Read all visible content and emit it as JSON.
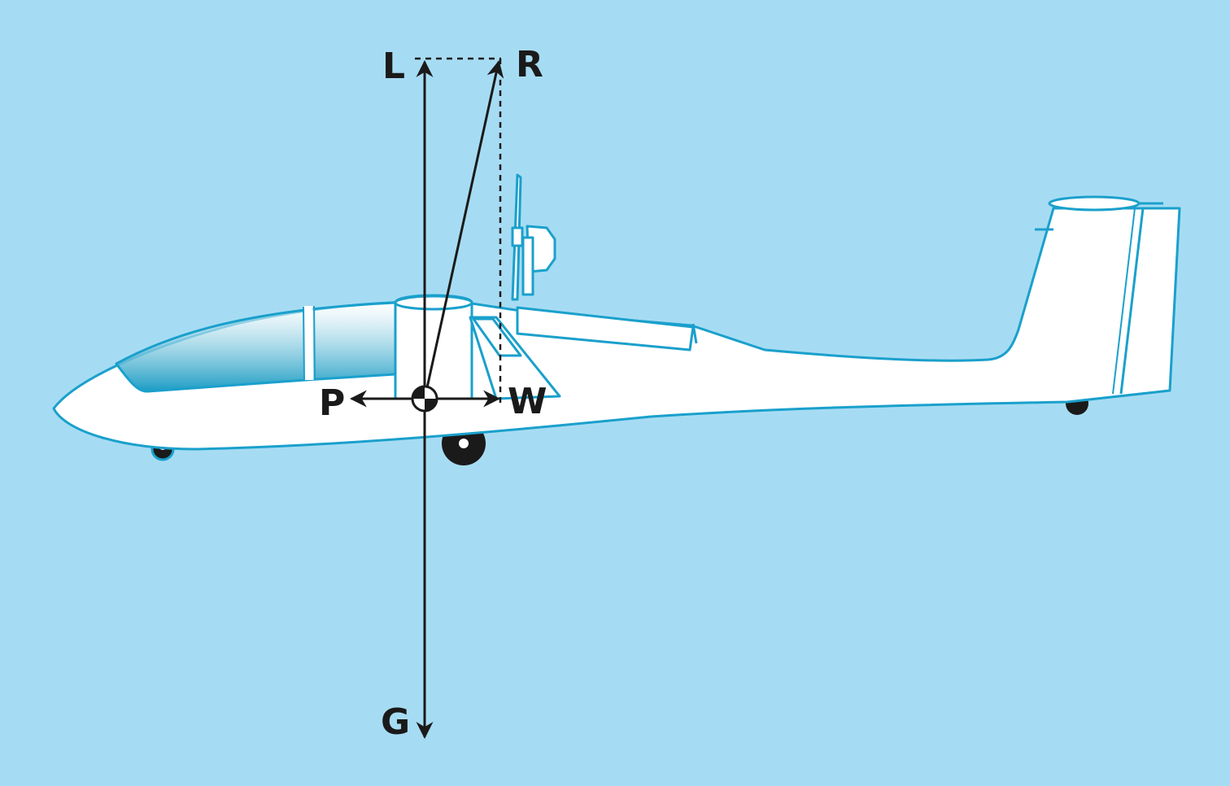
{
  "colors": {
    "background": "#a6dcf3",
    "outline": "#1aa0cc",
    "fill": "#ffffff",
    "canopy": "#1b9cc4",
    "force": "#1a1a1a"
  },
  "labels": {
    "lift": "L",
    "resultant": "R",
    "drag": "P",
    "thrust": "W",
    "weight": "G"
  }
}
